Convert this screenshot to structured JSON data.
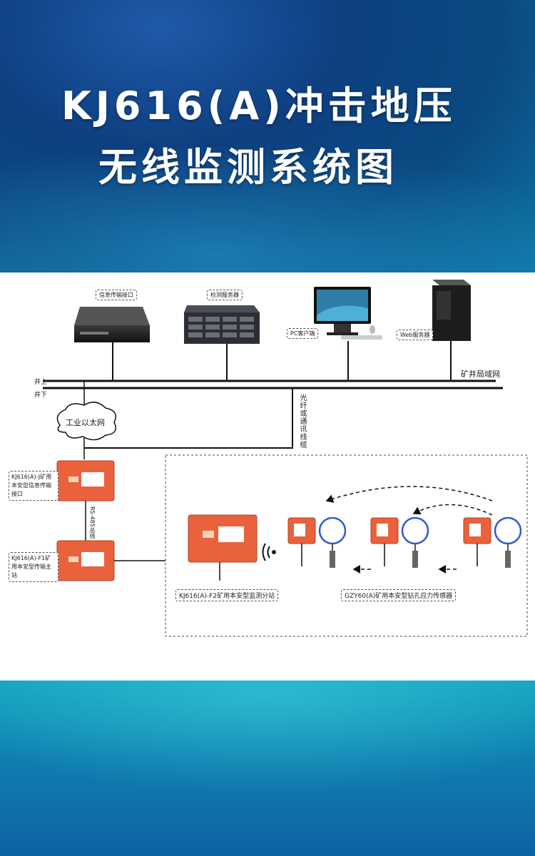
{
  "title": {
    "line1": "KJ616(A)冲击地压",
    "line2": "无线监测系统图"
  },
  "diagram": {
    "devices": {
      "info_interface": "信息传输接口",
      "monitor_server": "检测服务器",
      "pc_client": "PC客户端",
      "web_server": "Web服务器"
    },
    "network": {
      "mine_lan": "矿井局域网",
      "surface": "井上",
      "underground": "井下",
      "ethernet": "工业以太网",
      "fiber": "光纤或通讯线缆",
      "rs485": "RS-485总线"
    },
    "stations": {
      "interface_label": "KJ616(A)-J矿用本安型信息传输接口",
      "main_station_label": "KJ616(A)-F1矿用本安型传输主站",
      "substation_label": "KJ616(A)-F2矿用本安型监测分站",
      "sensor_label": "GZY60(A)矿用本安型钻孔应力传感器"
    },
    "icons": [
      "rack-server-icon",
      "storage-server-icon",
      "monitor-icon",
      "tower-pc-icon",
      "wireless-icon",
      "sensor-icon",
      "cloud-icon"
    ]
  },
  "colors": {
    "station_orange": "#e9623c",
    "header_blue": "#0e3f80",
    "footer_teal": "#13a4c0"
  }
}
